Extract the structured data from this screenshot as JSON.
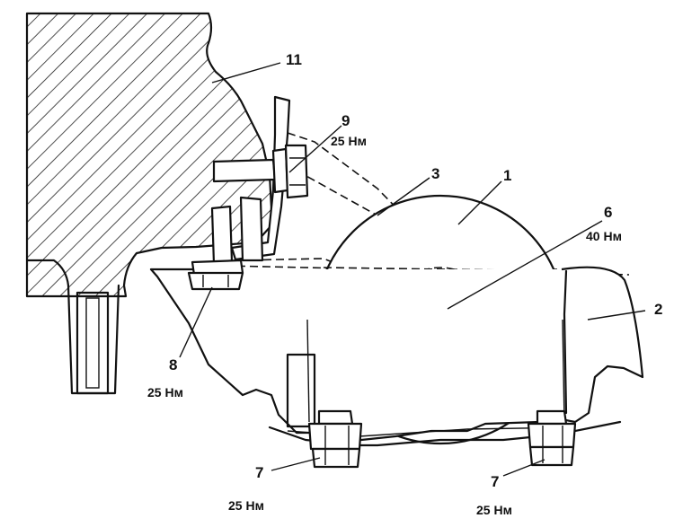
{
  "labels": {
    "part_1": "1",
    "part_2": "2",
    "part_3": "3",
    "part_6": "6",
    "part_7_left": "7",
    "part_7_right": "7",
    "part_8": "8",
    "part_9": "9",
    "part_11": "11"
  },
  "torques": {
    "part_9": "25 Нм",
    "part_6": "40 Нм",
    "part_8": "25 Нм",
    "part_7_left": "25 Нм",
    "part_7_right": "25 Нм"
  }
}
